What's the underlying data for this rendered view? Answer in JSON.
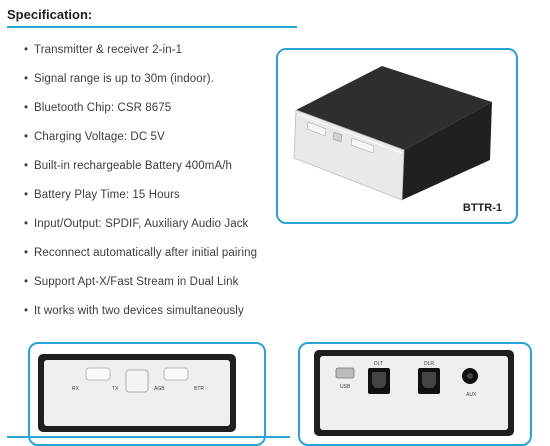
{
  "heading": "Specification:",
  "specs": [
    "Transmitter & receiver 2-in-1",
    "Signal range is up to 30m (indoor).",
    "Bluetooth Chip: CSR 8675",
    "Charging Voltage: DC 5V",
    "Built-in rechargeable Battery 400mA/h",
    "Battery Play Time: 15 Hours",
    "Input/Output:  SPDIF, Auxiliary Audio Jack",
    "Reconnect automatically after initial pairing",
    "Support Apt-X/Fast Stream in Dual Link",
    "It works with two devices simultaneously"
  ],
  "bullet": "•",
  "model": "BTTR-1",
  "front_panel": {
    "left_label": "RX",
    "tx_label": "TX",
    "agb_label": "AGB",
    "right_label": "BTR"
  },
  "rear_panel": {
    "usb_label": "USB",
    "dlt_label": "DLT",
    "dlr_label": "DLR",
    "aux_label": "AUX"
  },
  "colors": {
    "accent": "#2aa3d4",
    "device_body": "#2b2b2b",
    "panel": "#eeeeee"
  }
}
